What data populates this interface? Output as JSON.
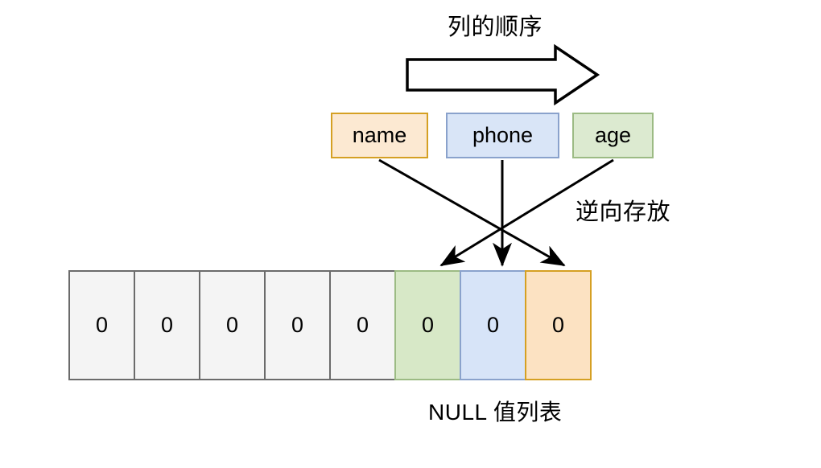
{
  "diagram": {
    "title": "列的顺序",
    "reverse_note": "逆向存放",
    "caption": "NULL 值列表"
  },
  "columns": [
    {
      "label": "name",
      "color": "#fce9d2",
      "border": "#d5a023"
    },
    {
      "label": "phone",
      "color": "#d9e5f7",
      "border": "#8aa2cc"
    },
    {
      "label": "age",
      "color": "#dcead0",
      "border": "#9cbb84"
    }
  ],
  "null_bitmap": {
    "cells": [
      {
        "value": "0",
        "variant": "gray"
      },
      {
        "value": "0",
        "variant": "gray"
      },
      {
        "value": "0",
        "variant": "gray"
      },
      {
        "value": "0",
        "variant": "gray"
      },
      {
        "value": "0",
        "variant": "gray"
      },
      {
        "value": "0",
        "variant": "green"
      },
      {
        "value": "0",
        "variant": "blue"
      },
      {
        "value": "0",
        "variant": "orange"
      }
    ]
  },
  "mappings": [
    {
      "from": "name",
      "to_cell_index": 7
    },
    {
      "from": "phone",
      "to_cell_index": 6
    },
    {
      "from": "age",
      "to_cell_index": 5
    }
  ],
  "icons": {
    "order_arrow": "block-arrow-right-icon"
  }
}
